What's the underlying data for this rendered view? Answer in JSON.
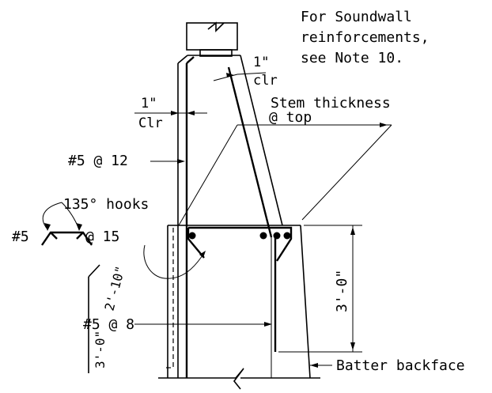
{
  "drawing": {
    "note": [
      "For Soundwall",
      "reinforcements,",
      "see Note 10."
    ],
    "clr_right": [
      "1\"",
      "clr"
    ],
    "clr_left": [
      "1\"",
      "Clr"
    ],
    "stem_thickness": [
      "Stem thickness",
      "@ top"
    ],
    "bar_5_12": "#5 @ 12",
    "hooks_label": "135° hooks",
    "bar_5_prefix": "#5",
    "bar_5_15_suffix": "@ 15",
    "bar_5_8": "#5 @ 8",
    "detail_lower": "3'-0\"",
    "detail_upper": "2'-10\"",
    "height_dim": "3'-0\"",
    "batter_backface": "Batter backface"
  },
  "colors": {
    "ink": "#000000",
    "background": "#ffffff"
  }
}
